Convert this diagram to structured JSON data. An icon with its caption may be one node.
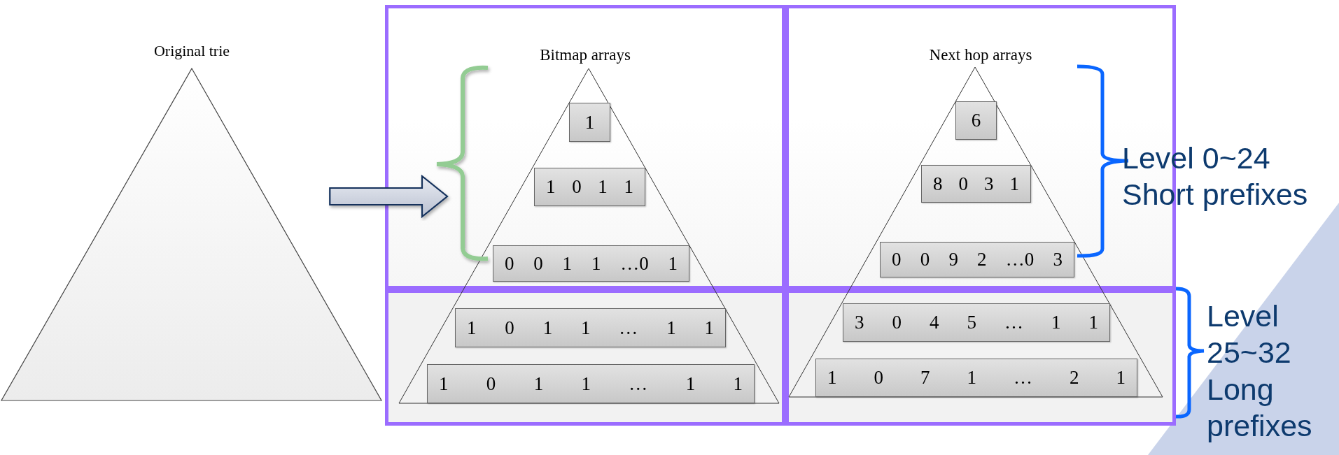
{
  "diagram": {
    "nodes": [
      {
        "text": [
          "Original trie"
        ]
      },
      {
        "text": [
          "Bitmap arrays"
        ]
      },
      {
        "text": [
          "1"
        ],
        "in": 1
      },
      {
        "text": [
          "1 0 1 1"
        ],
        "in": 1
      },
      {
        "text": [
          "0 0 1 1 …0 1"
        ],
        "in": 1
      },
      {
        "text": [
          "Next hop arrays"
        ]
      },
      {
        "text": [
          "6"
        ],
        "in": 5
      },
      {
        "text": [
          "8 0 3 1"
        ],
        "in": 5
      },
      {
        "text": [
          "0 0 9 2 …0 3"
        ],
        "in": 5
      },
      {
        "text": [],
        "shape": "box"
      },
      {
        "text": [
          "1 0 1 1 … 1 1"
        ],
        "in": 9
      },
      {
        "text": [
          "1 0 1 1 … 1 1"
        ],
        "in": 9
      },
      {
        "text": [],
        "shape": "box"
      },
      {
        "text": [
          "3 0 4 5 … 1 1"
        ],
        "in": 12
      },
      {
        "text": [
          "1 0 7 1 … 2 1"
        ],
        "in": 12
      }
    ],
    "edges": [
      {
        "from": 0,
        "to": 1,
        "arrow": "to"
      }
    ],
    "labels": [
      "Level 0~24 Short prefixes",
      "Level 25~32 Long prefixes"
    ]
  }
}
